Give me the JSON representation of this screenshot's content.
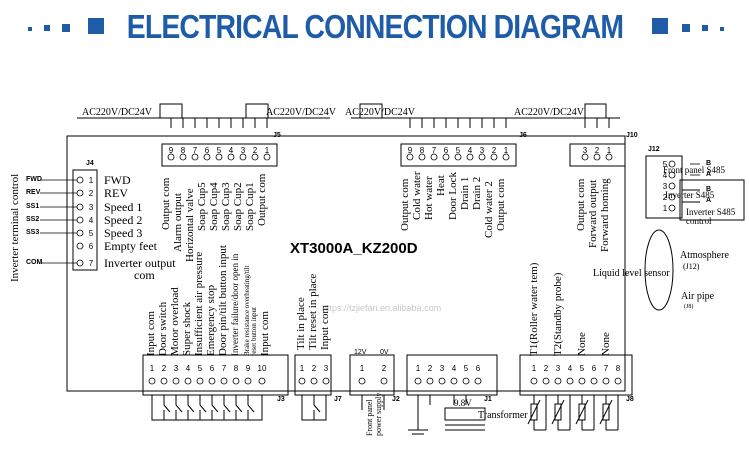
{
  "header": {
    "title": "ELECTRICAL CONNECTION DIAGRAM"
  },
  "model": "XT3000A_KZ200D",
  "watermark": "https://tzjiefan.en.alibaba.com",
  "supply_labels": [
    "AC220V/DC24V",
    "AC220V/DC24V",
    "AC220V/DC24V",
    "AC220V/DC24V"
  ],
  "connectors": {
    "J4": "J4",
    "J5": "J5",
    "J6": "J6",
    "J10": "J10",
    "J12": "J12",
    "J3": "J3",
    "J7": "J7",
    "J2": "J2",
    "J1": "J1",
    "J8": "J8"
  },
  "j4": {
    "side_label": "Inverter terminal control",
    "left": [
      "FWD",
      "REV",
      "SS1",
      "SS2",
      "SS3",
      "",
      "COM"
    ],
    "nums": [
      "1",
      "2",
      "3",
      "4",
      "5",
      "6",
      "7"
    ],
    "right": [
      "FWD",
      "REV",
      "Speed 1",
      "Speed 2",
      "Speed 3",
      "Empty feet",
      "Inverter output",
      "com"
    ]
  },
  "j5": {
    "nums": [
      "9",
      "8",
      "7",
      "6",
      "5",
      "4",
      "3",
      "2",
      "1"
    ],
    "labels": [
      "Output com",
      "Alarm output",
      "Horizontal valve",
      "Soap Cup5",
      "Soap Cup4",
      "Soap Cup3",
      "Soap Cup2",
      "Soap Cup1",
      "Output com"
    ]
  },
  "j6": {
    "nums": [
      "9",
      "8",
      "7",
      "6",
      "5",
      "4",
      "3",
      "2",
      "1"
    ],
    "labels": [
      "Output com",
      "Cold water",
      "Hot water",
      "Heat",
      "Door Lock",
      "Drain 1",
      "Drain 2",
      "Cold water 2",
      "Output com"
    ]
  },
  "j10": {
    "nums": [
      "3",
      "2",
      "1"
    ],
    "labels": [
      "Output com",
      "Forward output",
      "Forward homing"
    ]
  },
  "j12": {
    "nums": [
      "5",
      "4",
      "3",
      "2",
      "1"
    ],
    "front_panel": "Front panel S485",
    "inverter": "Inverter S485",
    "inverter_control": [
      "Inverter S485",
      "control"
    ],
    "pins": [
      "B",
      "A",
      "B",
      "A"
    ]
  },
  "sensor": {
    "atmosphere": "Atmosphere",
    "atmosphere_j": "(J12)",
    "level": "Liquid level sensor",
    "air_pipe": "Air pipe",
    "air_pipe_j": "(J8)"
  },
  "j3": {
    "nums": [
      "1",
      "2",
      "3",
      "4",
      "5",
      "6",
      "7",
      "8",
      "9",
      "10"
    ],
    "labels": [
      "Input com",
      "Door switch",
      "Motor overload",
      "Super shock",
      "Insufficient air pressure",
      "Emergency stop",
      "Door pin/tilt button input",
      "Inverter failure/door open in",
      "Brake resistance overheating/tilt",
      "Input com"
    ],
    "small": [
      "Brake resistance overheating/tilt",
      "reset button input"
    ]
  },
  "j7": {
    "nums": [
      "1",
      "2",
      "3"
    ],
    "labels": [
      "Tilt in place",
      "Tilt reset in place",
      "Input com"
    ]
  },
  "j2": {
    "nums": [
      "1",
      "2"
    ],
    "top": [
      "12V",
      "0V"
    ],
    "label": [
      "Front panel",
      "power supply"
    ]
  },
  "j1": {
    "nums": [
      "1",
      "2",
      "3",
      "4",
      "5",
      "6"
    ],
    "voltage": "9.8V",
    "transformer": "Transformer"
  },
  "j8": {
    "nums": [
      "1",
      "2",
      "3",
      "4",
      "5",
      "6",
      "7",
      "8"
    ],
    "labels": [
      "T1(Roller water tem)",
      "T2(Standby probe)",
      "None",
      "None"
    ]
  }
}
